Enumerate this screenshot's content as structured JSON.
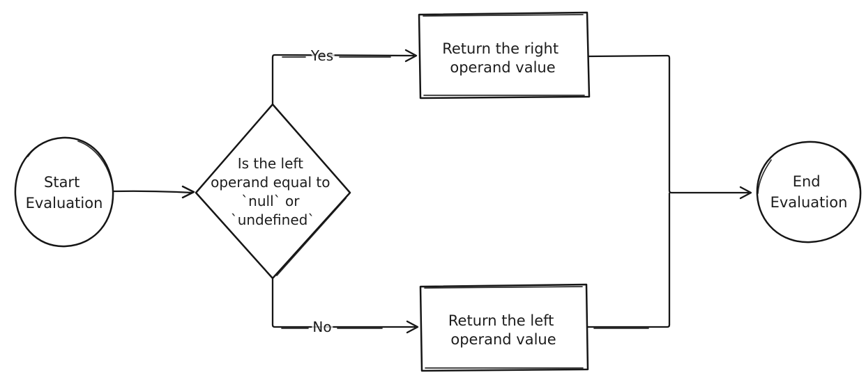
{
  "diagram": {
    "type": "flowchart",
    "direction": "left-to-right",
    "style": "hand-drawn",
    "colors": {
      "stroke": "#161616",
      "text": "#1c1c1c",
      "background": "#ffffff"
    },
    "nodes": {
      "start": {
        "shape": "circle",
        "lines": [
          "Start",
          "Evaluation"
        ]
      },
      "decision": {
        "shape": "diamond",
        "lines": [
          "Is the left",
          "operand equal to",
          "`null` or",
          "`undefined`"
        ]
      },
      "return_right": {
        "shape": "rectangle",
        "lines": [
          "Return the right",
          "operand value"
        ]
      },
      "return_left": {
        "shape": "rectangle",
        "lines": [
          "Return the left",
          "operand value"
        ]
      },
      "end": {
        "shape": "circle",
        "lines": [
          "End",
          "Evaluation"
        ]
      }
    },
    "edges": [
      {
        "from": "start",
        "to": "decision",
        "label": ""
      },
      {
        "from": "decision",
        "to": "return_right",
        "label": "Yes"
      },
      {
        "from": "decision",
        "to": "return_left",
        "label": "No"
      },
      {
        "from": "return_right",
        "to": "end",
        "label": ""
      },
      {
        "from": "return_left",
        "to": "end",
        "label": ""
      }
    ]
  }
}
